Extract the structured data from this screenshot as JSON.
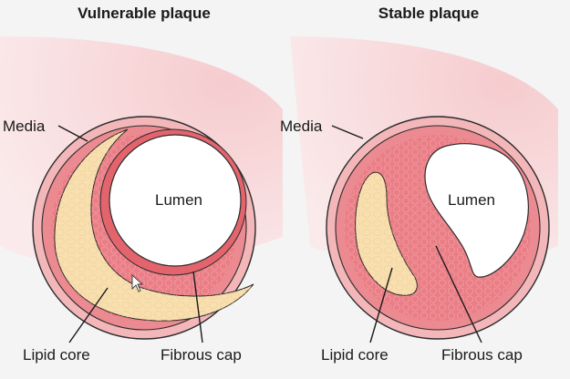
{
  "panels": [
    {
      "title": "Vulnerable plaque",
      "labels": {
        "media": "Media",
        "lumen": "Lumen",
        "lipid_core": "Lipid core",
        "fibrous_cap": "Fibrous cap"
      }
    },
    {
      "title": "Stable plaque",
      "labels": {
        "media": "Media",
        "lumen": "Lumen",
        "lipid_core": "Lipid core",
        "fibrous_cap": "Fibrous cap"
      }
    }
  ],
  "colors": {
    "background": "#f4f4f4",
    "adventitia_outer": "#f2b3b6",
    "media": "#ee8e94",
    "intima_plaque": "#e8757d",
    "fibrous_cap": "#e0606a",
    "lipid_core": "#f8dfb0",
    "lumen": "#ffffff",
    "outline": "#2b2b2b",
    "vessel_wash": "#f8d9da"
  },
  "icons": {
    "cursor": "mouse-pointer-icon"
  }
}
